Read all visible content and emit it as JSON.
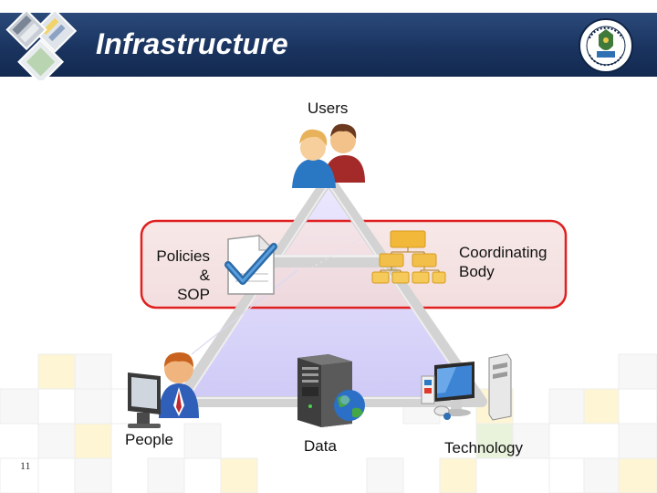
{
  "slide": {
    "title": "Infrastructure",
    "page_number": "11"
  },
  "diagram": {
    "top_node": "Users",
    "highlight_band": {
      "left_label": "Policies\n&\nSOP",
      "right_label": "Coordinating Body"
    },
    "bottom_nodes": [
      "People",
      "Data",
      "Technology"
    ]
  },
  "icons": {
    "header_collage": "building-photo-collage",
    "seal": "university-seal-logo",
    "users": "two-users-icon",
    "policies": "document-checkmark-icon",
    "coordinating": "org-chart-icon",
    "people": "person-at-computer-icon",
    "data": "server-globe-icon",
    "technology": "desktop-computer-icon"
  },
  "colors": {
    "header": "#1a3460",
    "triangle_frame": "#d3d3d3",
    "triangle_fill": "#dcd8fb",
    "band_border": "#e02020",
    "band_fill": "#f3dede",
    "tile_light": "#f7f7f7",
    "tile_cream": "#fdf5d4"
  }
}
